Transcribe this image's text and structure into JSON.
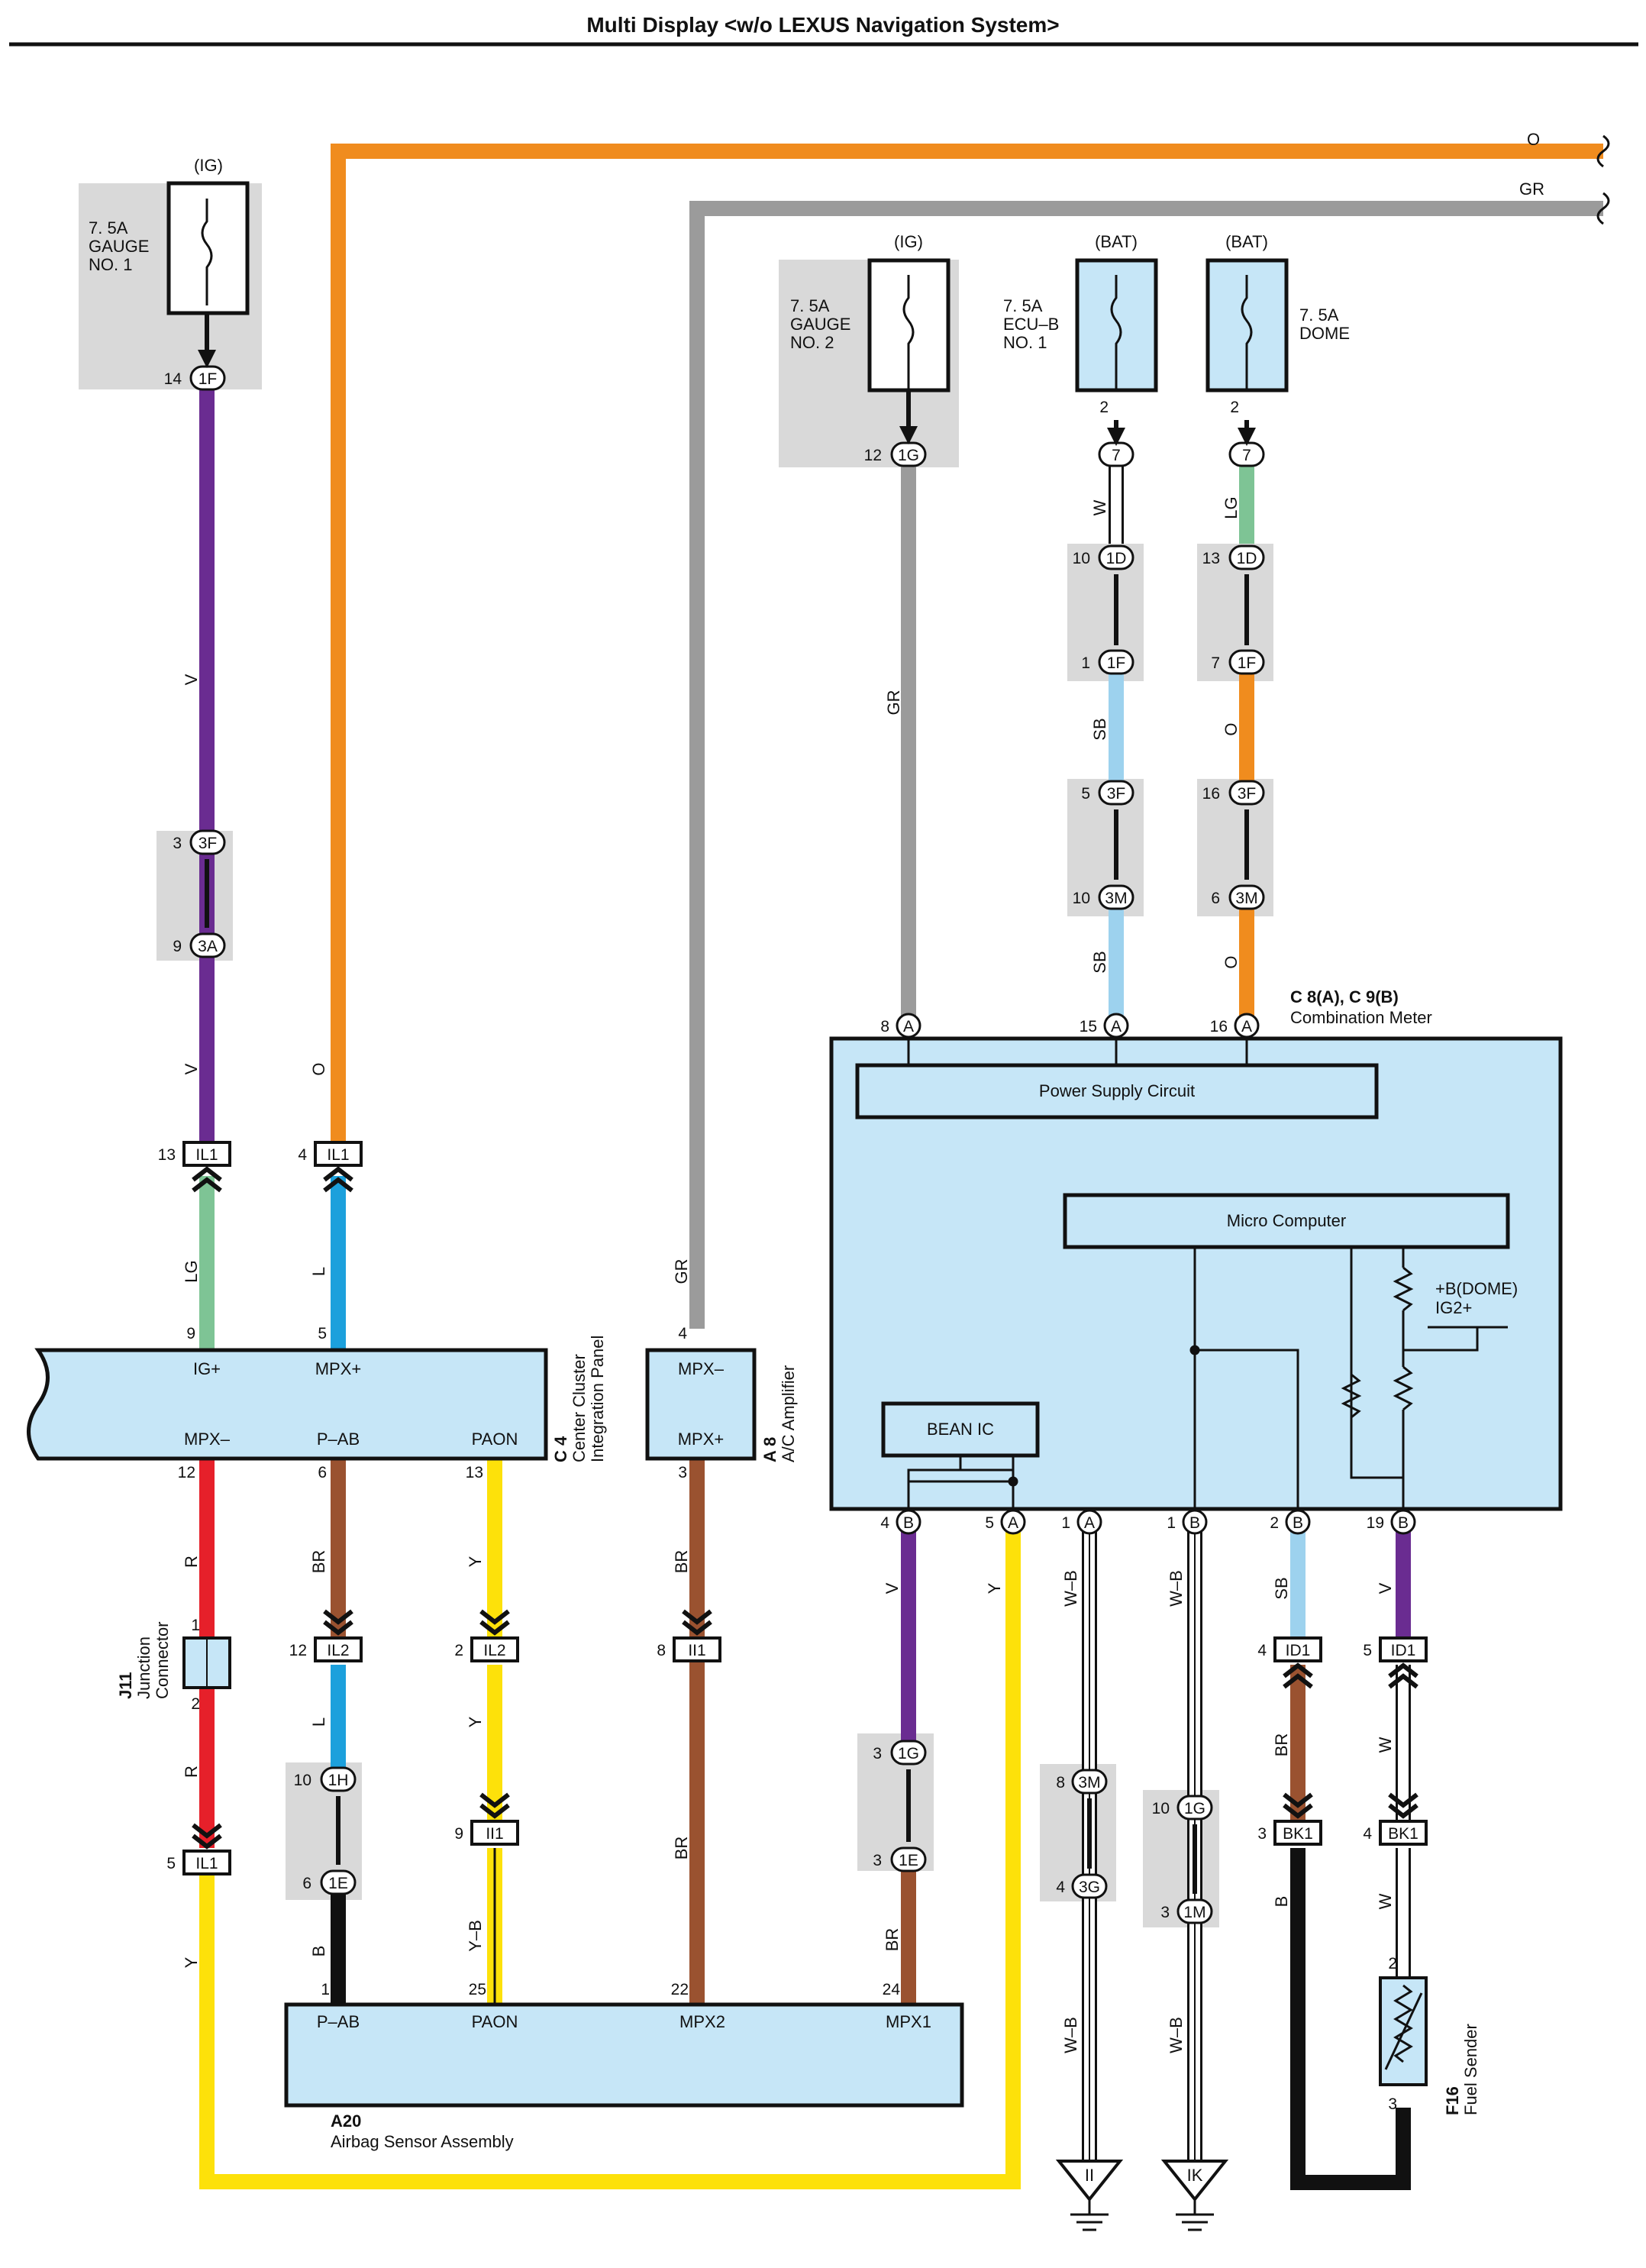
{
  "header": {
    "title": "Multi Display <w/o LEXUS Navigation System>"
  },
  "colors": {
    "violet": "#6a2c91",
    "orange": "#f08c1e",
    "gray": "#9b9b9b",
    "light_green": "#7ec495",
    "blue": "#1ca0dc",
    "sky_blue": "#9dd2ee",
    "red": "#e6202a",
    "brown": "#9a5230",
    "yellow": "#fde10a",
    "black": "#111111",
    "component_fill": "#c6e6f7",
    "shade": "#d9d9d9"
  },
  "fuses": {
    "gauge1": {
      "supply": "(IG)",
      "l1": "7. 5A",
      "l2": "GAUGE",
      "l3": "NO. 1"
    },
    "gauge2": {
      "supply": "(IG)",
      "l1": "7. 5A",
      "l2": "GAUGE",
      "l3": "NO. 2"
    },
    "ecub": {
      "supply": "(BAT)",
      "l1": "7. 5A",
      "l2": "ECU–B",
      "l3": "NO. 1"
    },
    "dome": {
      "supply": "(BAT)",
      "l1": "7. 5A",
      "l2": "DOME"
    }
  },
  "wires": {
    "o_top": "O",
    "gr_top": "GR",
    "gauge1_v1": "V",
    "gauge1_v2": "V",
    "gauge1_lg": "LG",
    "o_mid": "O",
    "l_mpx": "L",
    "gr_left": "GR",
    "gr_a8": "GR",
    "w_ecub": "W",
    "sb1": "SB",
    "sb2": "SB",
    "lg_dome": "LG",
    "o1": "O",
    "o2": "O",
    "r1": "R",
    "r2": "R",
    "y_left": "Y",
    "br_pab": "BR",
    "l_pab": "L",
    "b_pab": "B",
    "y_paon": "Y",
    "y2_paon": "Y",
    "yb": "Y–B",
    "br_a8": "BR",
    "br_a8b": "BR",
    "v_b4": "V",
    "br_b4": "BR",
    "y_a5": "Y",
    "wb1": "W–B",
    "wb2": "W–B",
    "wb3": "W–B",
    "wb4": "W–B",
    "sb_b2": "SB",
    "br_b2": "BR",
    "b_b2": "B",
    "v_b19": "V",
    "w_b19": "W",
    "w_b19b": "W"
  },
  "components": {
    "combination_meter": {
      "code": "C 8(A), C 9(B)",
      "name": "Combination Meter",
      "power_supply": "Power Supply Circuit",
      "micro": "Micro Computer",
      "bean": "BEAN IC",
      "dome_label": "+B(DOME)",
      "ig_label": "IG2+"
    },
    "c4": {
      "code": "C 4",
      "name1": "Center Cluster",
      "name2": "Integration Panel",
      "pins": {
        "ig": "IG+",
        "mpxp": "MPX+",
        "mpxm": "MPX–",
        "pab": "P–AB",
        "paon": "PAON"
      }
    },
    "a8": {
      "code": "A 8",
      "name": "A/C Amplifier",
      "mpxm": "MPX–",
      "mpxp": "MPX+"
    },
    "a20": {
      "code": "A20",
      "name": "Airbag Sensor Assembly",
      "pins": {
        "pab": "P–AB",
        "paon": "PAON",
        "mpx2": "MPX2",
        "mpx1": "MPX1"
      }
    },
    "j11": {
      "code": "J11",
      "name1": "Junction",
      "name2": "Connector"
    },
    "f16": {
      "code": "F16",
      "name": "Fuel Sender"
    }
  },
  "connectors": {
    "c_1f_14": "1F",
    "c_3f_3": "3F",
    "c_3a_9": "3A",
    "c_il1_13": "IL1",
    "c_il1_4": "IL1",
    "c_il1_5": "IL1",
    "c_1g_12": "1G",
    "c_7_a": "7",
    "c_7_b": "7",
    "c_1d_10": "1D",
    "c_1f_1": "1F",
    "c_3f_5": "3F",
    "c_3m_10": "3M",
    "c_1d_13": "1D",
    "c_1f_7": "1F",
    "c_3f_16": "3F",
    "c_3m_6": "3M",
    "c_il2_12": "IL2",
    "c_il2_2": "IL2",
    "c_ii1_8": "II1",
    "c_ii1_9": "II1",
    "c_1h_10": "1H",
    "c_1e_6": "1E",
    "c_1g_3": "1G",
    "c_1e_3": "1E",
    "c_3m_8": "3M",
    "c_3g_4": "3G",
    "c_1g_10": "1G",
    "c_1m_3": "1M",
    "c_id1_4": "ID1",
    "c_id1_5": "ID1",
    "c_bk1_3": "BK1",
    "c_bk1_4": "BK1",
    "meter_a": "A",
    "meter_b": "B"
  },
  "pins": {
    "p14": "14",
    "p3": "3",
    "p9": "9",
    "p13": "13",
    "p4": "4",
    "p5": "5",
    "p12": "12",
    "p2": "2",
    "p10": "10",
    "p1": "1",
    "p7": "7",
    "p16": "16",
    "p6": "6",
    "p8": "8",
    "p15": "15",
    "p19": "19",
    "p22": "22",
    "p24": "24",
    "p25": "25"
  },
  "grounds": {
    "ii": "II",
    "ik": "IK"
  }
}
